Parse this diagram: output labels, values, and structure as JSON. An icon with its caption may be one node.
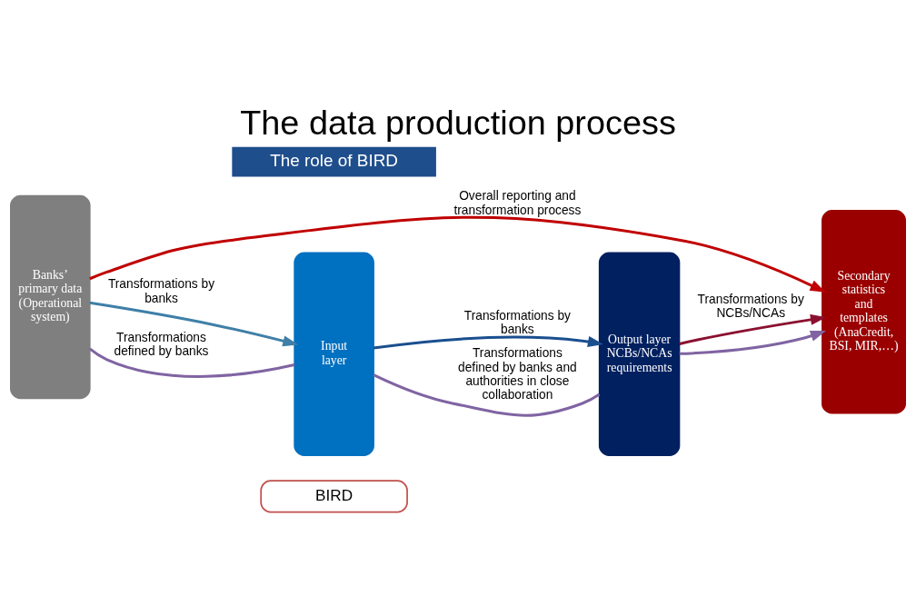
{
  "diagram": {
    "title": "The data production process",
    "nodes": [
      {
        "text": [
          "The role of BIRD"
        ]
      },
      {
        "text": [
          "Banks’ primary data (Operational system)"
        ]
      },
      {
        "text": [
          "Input layer"
        ]
      },
      {
        "text": [
          "Output layer NCBs/NCAs requirements"
        ]
      },
      {
        "text": [
          "Secondary statistics and templates (AnaCredit, BSI, MIR,…)"
        ]
      },
      {
        "text": [
          "BIRD"
        ]
      }
    ],
    "edges": [
      {
        "from": 1,
        "to": 4,
        "arrow": "to",
        "label": "Overall reporting and transformation process",
        "color": "#c00000"
      },
      {
        "from": 1,
        "to": 2,
        "arrow": "to",
        "label": "Transformations by banks",
        "color": "#3f7fa8"
      },
      {
        "from": 2,
        "to": 3,
        "arrow": "to",
        "label": "Transformations by banks",
        "color": "#1a4f8f"
      },
      {
        "from": 3,
        "to": 4,
        "arrow": "to",
        "label": "Transformations by NCBs/NCAs",
        "color": "#8b1030"
      },
      {
        "from": 1,
        "to": 2,
        "arrow": "none",
        "label": "Transformations defined by banks",
        "color": "#8064a2"
      },
      {
        "from": 2,
        "to": 3,
        "arrow": "none",
        "label": "Transformations defined by banks and authorities in close collaboration",
        "color": "#8064a2"
      },
      {
        "from": 3,
        "to": 4,
        "arrow": "to",
        "color": "#8064a2"
      }
    ]
  }
}
